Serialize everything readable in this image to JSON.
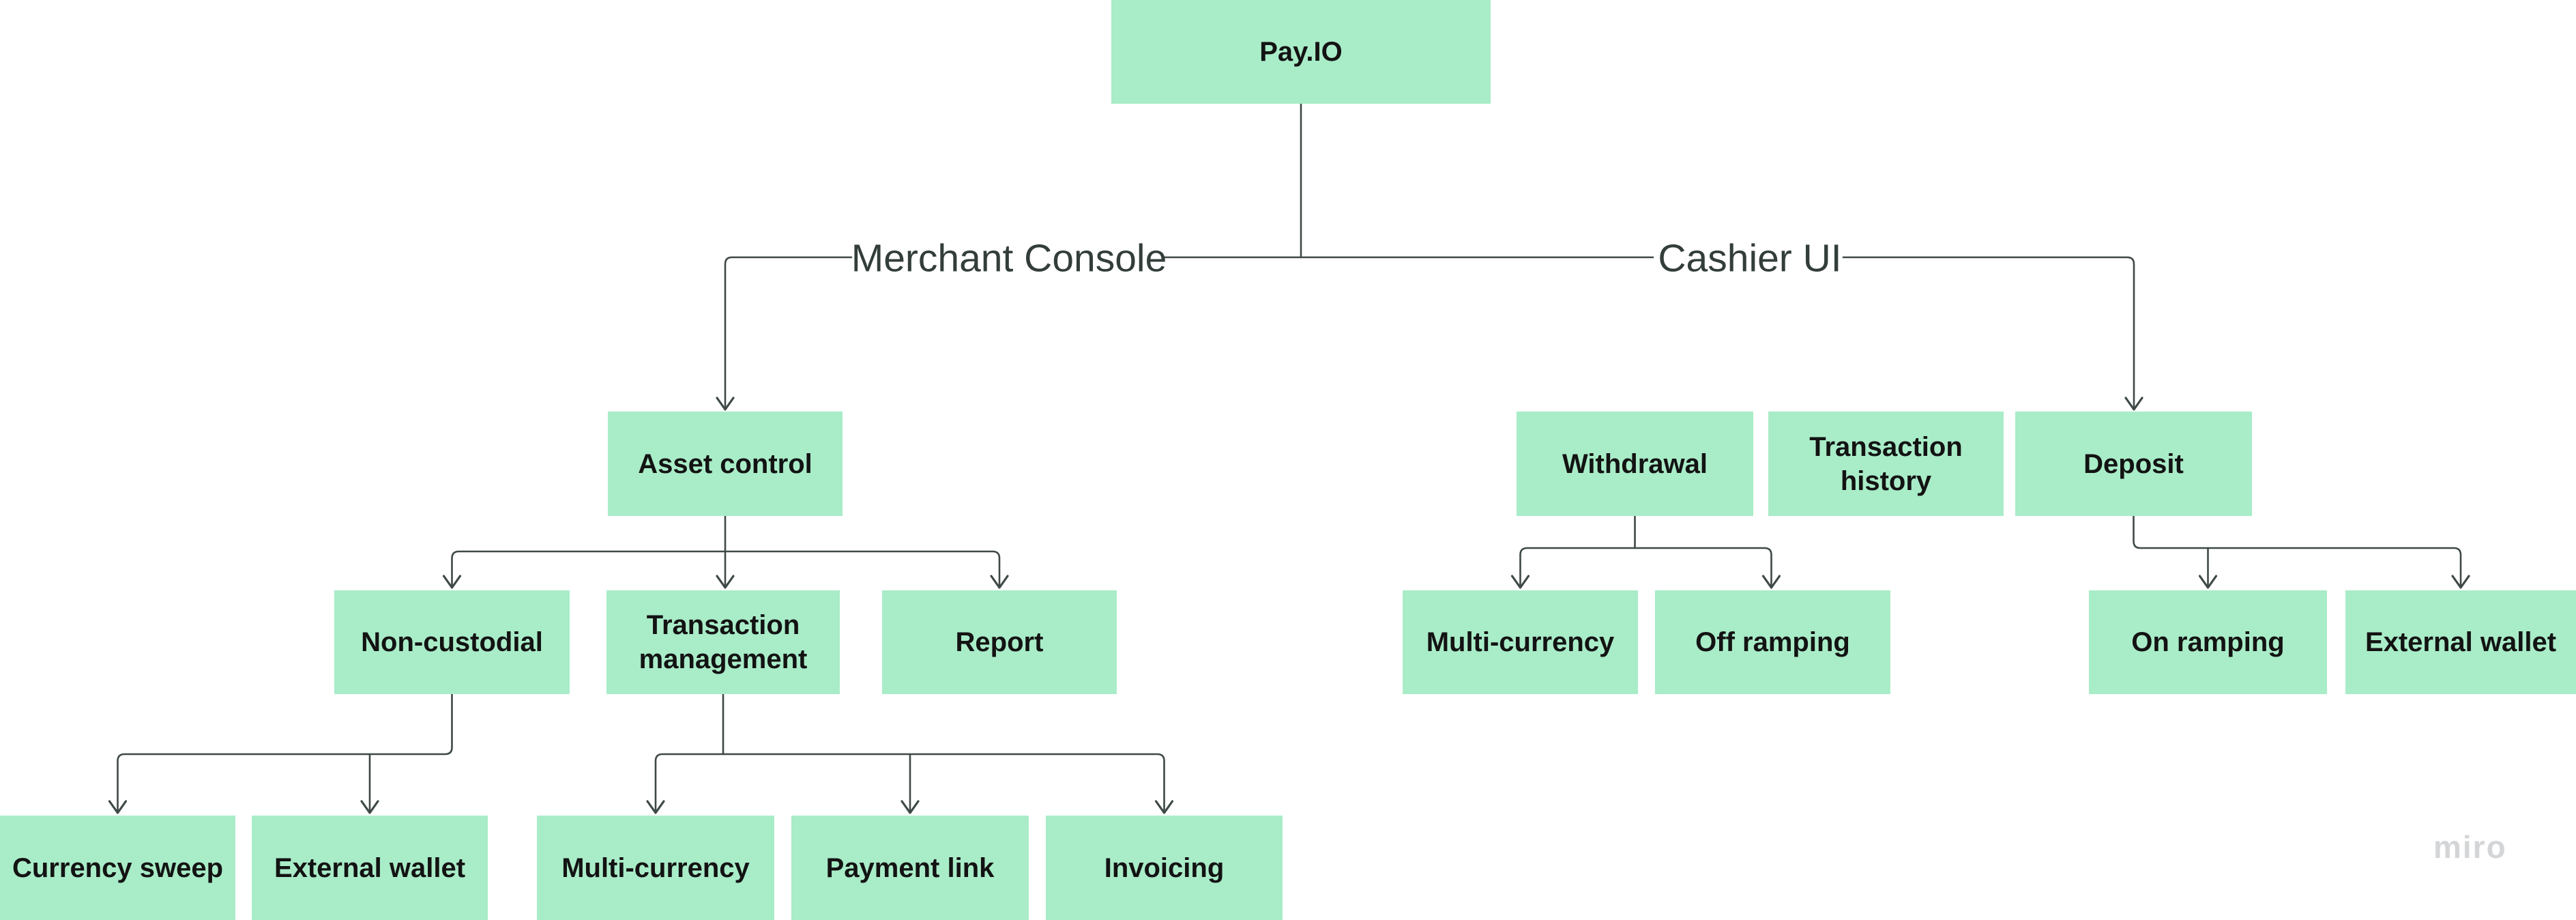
{
  "board": {
    "watermark": "miro"
  },
  "colors": {
    "bg": "#ffffff",
    "node_fill": "#a9ecc8",
    "node_text": "#131313",
    "connector": "#3e4947",
    "branch_label": "#333e3b",
    "watermark": "#d3d5d7"
  },
  "diagram": {
    "root": "pay-io",
    "branch_labels": [
      {
        "id": "merchant-console",
        "text": "Merchant Console",
        "parent": "pay-io"
      },
      {
        "id": "cashier-ui",
        "text": "Cashier UI",
        "parent": "pay-io"
      }
    ],
    "nodes": [
      {
        "id": "pay-io",
        "label": "Pay.IO",
        "parent": null
      },
      {
        "id": "asset-control",
        "label": "Asset control",
        "parent": "merchant-console"
      },
      {
        "id": "withdrawal",
        "label": "Withdrawal",
        "parent": "cashier-ui"
      },
      {
        "id": "transaction-history",
        "label": "Transaction history",
        "parent": "cashier-ui"
      },
      {
        "id": "deposit",
        "label": "Deposit",
        "parent": "cashier-ui"
      },
      {
        "id": "non-custodial",
        "label": "Non-custodial",
        "parent": "asset-control"
      },
      {
        "id": "transaction-management",
        "label": "Transaction management",
        "parent": "asset-control"
      },
      {
        "id": "report",
        "label": "Report",
        "parent": "asset-control"
      },
      {
        "id": "multi-currency-cashier",
        "label": "Multi-currency",
        "parent": "withdrawal"
      },
      {
        "id": "off-ramping",
        "label": "Off ramping",
        "parent": "withdrawal"
      },
      {
        "id": "on-ramping",
        "label": "On ramping",
        "parent": "deposit"
      },
      {
        "id": "external-wallet-cashier",
        "label": "External wallet",
        "parent": "deposit"
      },
      {
        "id": "currency-sweep",
        "label": "Currency sweep",
        "parent": "non-custodial"
      },
      {
        "id": "external-wallet-merchant",
        "label": "External wallet",
        "parent": "non-custodial"
      },
      {
        "id": "multi-currency-merchant",
        "label": "Multi-currency",
        "parent": "transaction-management"
      },
      {
        "id": "payment-link",
        "label": "Payment link",
        "parent": "transaction-management"
      },
      {
        "id": "invoicing",
        "label": "Invoicing",
        "parent": "transaction-management"
      }
    ]
  }
}
